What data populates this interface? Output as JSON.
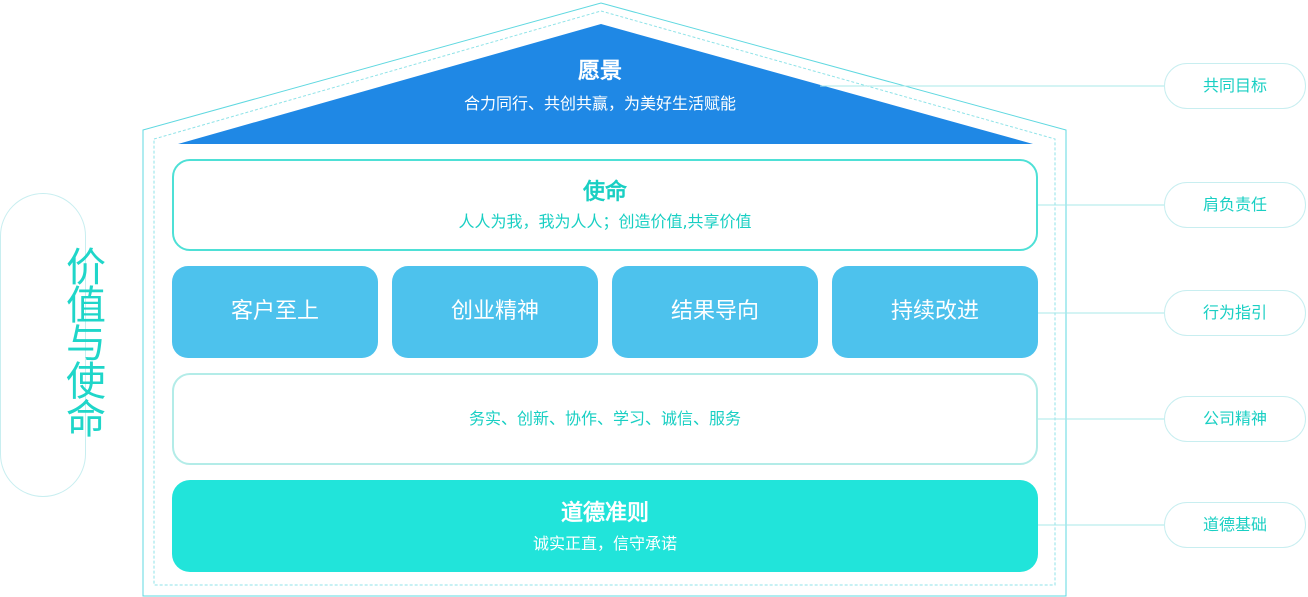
{
  "side_title": "价值与使命",
  "roof": {
    "title": "愿景",
    "subtitle": "合力同行、共创共赢，为美好生活赋能"
  },
  "mission": {
    "title": "使命",
    "subtitle": "人人为我，我为人人；创造价值,共享价值"
  },
  "values": [
    {
      "label": "客户至上"
    },
    {
      "label": "创业精神"
    },
    {
      "label": "结果导向"
    },
    {
      "label": "持续改进"
    }
  ],
  "spirit": {
    "text": "务实、创新、协作、学习、诚信、服务"
  },
  "ethics": {
    "title": "道德准则",
    "subtitle": "诚实正直，信守承诺"
  },
  "tags": [
    {
      "label": "共同目标"
    },
    {
      "label": "肩负责任"
    },
    {
      "label": "行为指引"
    },
    {
      "label": "公司精神"
    },
    {
      "label": "道德基础"
    }
  ],
  "colors": {
    "roof": "#1f88e5",
    "value_pill": "#4dc2ed",
    "ethics": "#21e4da",
    "accent_text": "#19cfc3",
    "outline": "#5fd8e0"
  }
}
